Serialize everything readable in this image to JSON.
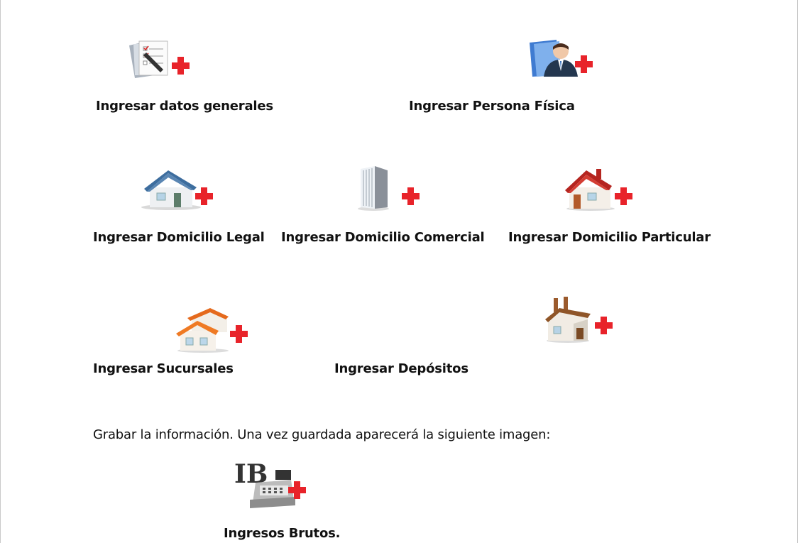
{
  "items": [
    {
      "label": "Ingresar datos generales",
      "icon": "forms-folder-add-icon"
    },
    {
      "label": "Ingresar Persona Física",
      "icon": "person-folder-add-icon"
    },
    {
      "label": "Ingresar Domicilio Legal",
      "icon": "blue-house-add-icon"
    },
    {
      "label": "Ingresar Domicilio Comercial",
      "icon": "office-building-add-icon"
    },
    {
      "label": "Ingresar Domicilio Particular",
      "icon": "red-house-add-icon"
    },
    {
      "label": "Ingresar Sucursales",
      "icon": "orange-houses-add-icon"
    },
    {
      "label": "Ingresar Depósitos",
      "icon": null
    },
    {
      "label": "",
      "icon": "factory-add-icon"
    }
  ],
  "instruction": "Grabar la información. Una vez guardada aparecerá la siguiente imagen:",
  "result": {
    "label": "Ingresos Brutos.",
    "icon_text": "IB",
    "icon": "cash-register-add-icon"
  },
  "colors": {
    "plus": "#e8232a",
    "text": "#111111"
  }
}
